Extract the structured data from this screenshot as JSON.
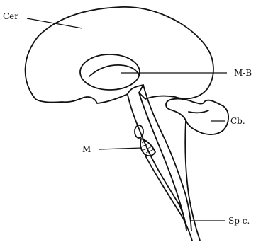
{
  "labels": {
    "cerebrum": "Cer",
    "mid_brain": "M-B",
    "cerebellum": "Cb.",
    "medulla": "M",
    "spinal_cord": "Sp c."
  },
  "colors": {
    "ink": "#111111",
    "paper": "#ffffff"
  }
}
